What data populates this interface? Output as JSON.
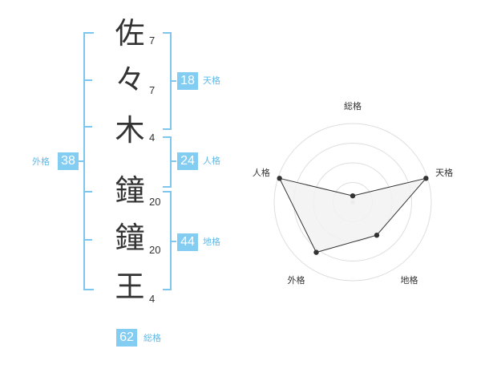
{
  "name": {
    "chars": [
      {
        "char": "佐",
        "strokes": "7"
      },
      {
        "char": "々",
        "strokes": "7"
      },
      {
        "char": "木",
        "strokes": "4"
      },
      {
        "char": "鐘",
        "strokes": "20"
      },
      {
        "char": "鐘",
        "strokes": "20"
      },
      {
        "char": "王",
        "strokes": "4"
      }
    ]
  },
  "kaku": {
    "tenkaku": {
      "value": "18",
      "label": "天格"
    },
    "jinkaku": {
      "value": "24",
      "label": "人格"
    },
    "chikaku": {
      "value": "44",
      "label": "地格"
    },
    "gaikaku": {
      "value": "38",
      "label": "外格"
    },
    "soukaku": {
      "value": "62",
      "label": "総格"
    }
  },
  "colors": {
    "accent": "#84cdf2",
    "bracket": "#7cc6ef",
    "label": "#62b9e8",
    "text": "#333333"
  },
  "chart_data": {
    "type": "radar",
    "axes": [
      "総格",
      "天格",
      "地格",
      "外格",
      "人格"
    ],
    "values": [
      0.08,
      0.98,
      0.52,
      0.79,
      0.98
    ],
    "range": [
      0,
      1
    ],
    "rings": 4,
    "fill": "#f2f2f2",
    "line": "#333333"
  }
}
